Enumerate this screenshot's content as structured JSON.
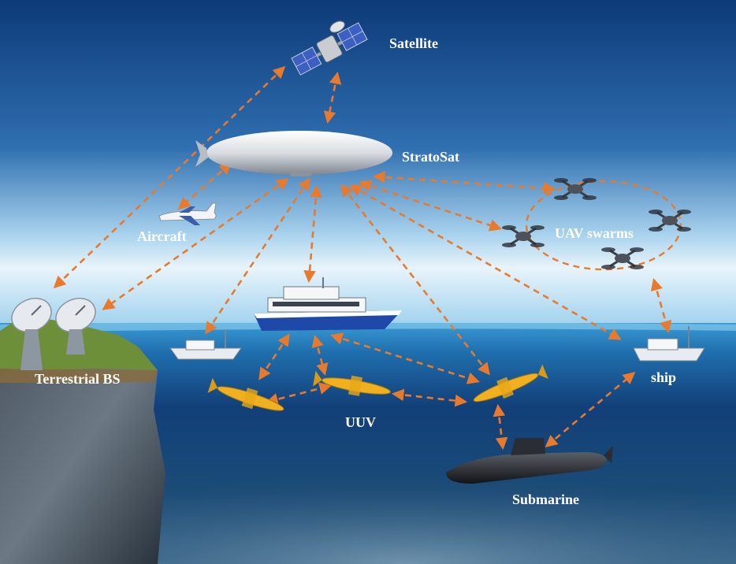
{
  "nodes": {
    "satellite": "Satellite",
    "stratosat": "StratoSat",
    "aircraft": "Aircraft",
    "uav_swarms": "UAV swarms",
    "terrestrial_bs": "Terrestrial BS",
    "ship": "ship",
    "uuv": "UUV",
    "submarine": "Submarine"
  },
  "colors": {
    "link": "#e87a2d",
    "sky_top": "#0d3a78",
    "sky_horizon": "#e8f4fb",
    "sea_surface": "#2a86c4",
    "deep_sea": "#0a2040",
    "label": "#ffffff",
    "uuv_body": "#f0b020"
  },
  "links": [
    [
      "satellite",
      "stratosat"
    ],
    [
      "satellite",
      "terrestrial_bs"
    ],
    [
      "stratosat",
      "aircraft"
    ],
    [
      "stratosat",
      "terrestrial_bs"
    ],
    [
      "stratosat",
      "surface_vessel_left"
    ],
    [
      "stratosat",
      "yacht"
    ],
    [
      "stratosat",
      "uuv_right"
    ],
    [
      "stratosat",
      "uav_swarms"
    ],
    [
      "stratosat",
      "drone_top"
    ],
    [
      "stratosat",
      "ship"
    ],
    [
      "uav_swarms",
      "ship"
    ],
    [
      "yacht",
      "uuv_center"
    ],
    [
      "yacht",
      "uuv_left"
    ],
    [
      "yacht",
      "uuv_right"
    ],
    [
      "uuv_left",
      "uuv_center"
    ],
    [
      "uuv_center",
      "uuv_right"
    ],
    [
      "uuv_right",
      "submarine"
    ],
    [
      "submarine",
      "ship"
    ]
  ]
}
